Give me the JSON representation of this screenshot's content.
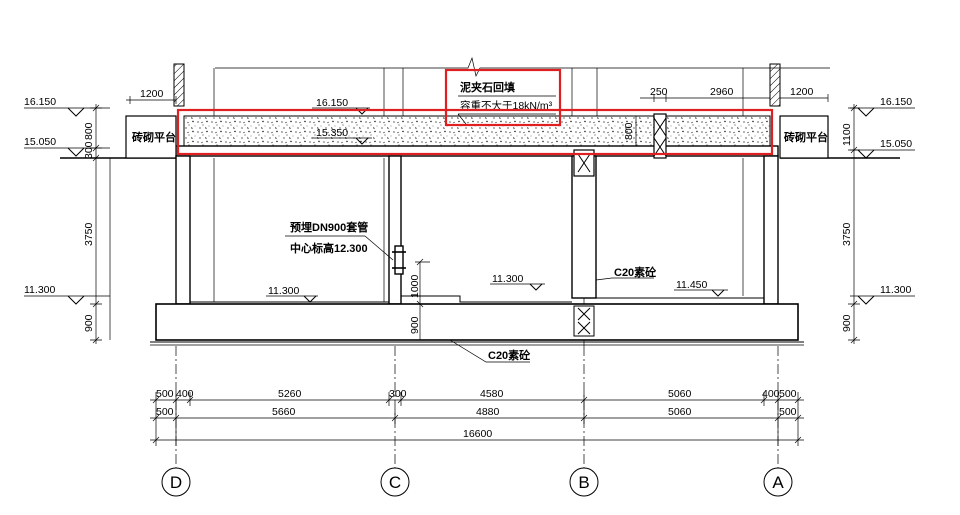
{
  "annotations": {
    "fill_note_line1": "泥夹石回填",
    "fill_note_line2": "容重不大于18kN/m³",
    "pipe_note_line1": "预埋DN900套管",
    "pipe_note_line2": "中心标高12.300",
    "c20_plain_concrete_top": "C20素砼",
    "c20_plain_concrete_bottom": "C20素砼",
    "brick_platform_left": "砖砌平台",
    "brick_platform_right": "砖砌平台"
  },
  "elevations": {
    "left_top": "16.150",
    "left_ground": "15.050",
    "left_bottom": "11.300",
    "right_top": "16.150",
    "right_ground": "15.050",
    "right_bottom": "11.300",
    "roof_top": "16.150",
    "slab_bottom": "15.350",
    "floor_left": "11.300",
    "floor_mid": "11.300",
    "floor_right": "11.450"
  },
  "dimensions": {
    "left_1200": "1200",
    "right_1200": "1200",
    "d250": "250",
    "d2960": "2960",
    "d800_slab": "800",
    "left_800": "800",
    "left_300": "300",
    "left_3750": "3750",
    "left_900": "900",
    "right_1100": "1100",
    "right_3750": "3750",
    "right_900": "900",
    "d1000": "1000",
    "d900_mid": "900",
    "row1": [
      "500",
      "400",
      "5260",
      "300",
      "4580",
      "5060",
      "400",
      "500"
    ],
    "row2": [
      "500",
      "5660",
      "4880",
      "5060",
      "500"
    ],
    "total": "16600"
  },
  "axes": [
    "D",
    "C",
    "B",
    "A"
  ],
  "colors": {
    "highlight": "#e02020",
    "line": "#000000"
  }
}
